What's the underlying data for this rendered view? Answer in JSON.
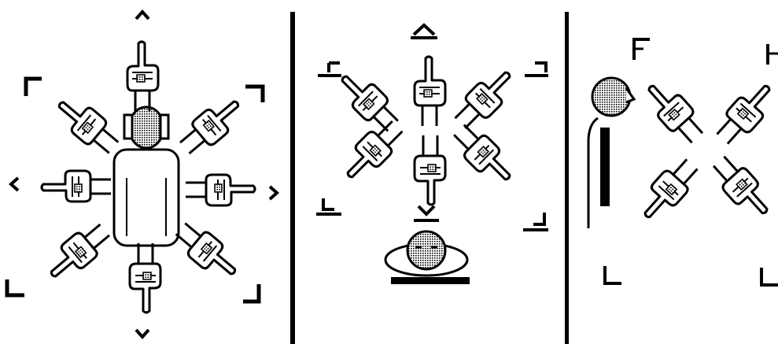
{
  "figure": {
    "panels": [
      {
        "id": "front-view",
        "glyphs": [
          "arrow-up",
          "arrow-down",
          "arrow-left",
          "arrow-right",
          "corner-top-left",
          "corner-top-right",
          "corner-bottom-left",
          "corner-bottom-right"
        ],
        "hands": [
          "up",
          "up-left",
          "up-right",
          "left",
          "right",
          "down-left",
          "down-right",
          "down"
        ]
      },
      {
        "id": "top-view",
        "glyphs": [
          "arrow-up",
          "arrow-down",
          "corner-top-left",
          "corner-top-right",
          "corner-bottom-left",
          "corner-bottom-right"
        ],
        "hands": [
          "up",
          "up-left",
          "up-right",
          "down-left",
          "down-right",
          "down"
        ]
      },
      {
        "id": "side-view",
        "glyphs": [
          "corner-top-left",
          "corner-top-right",
          "corner-bottom-left",
          "corner-bottom-right"
        ],
        "hands": [
          "up-left",
          "up-right",
          "down-left",
          "down-right"
        ]
      }
    ],
    "colors": {
      "ink": "#000000",
      "paper": "#ffffff"
    }
  }
}
